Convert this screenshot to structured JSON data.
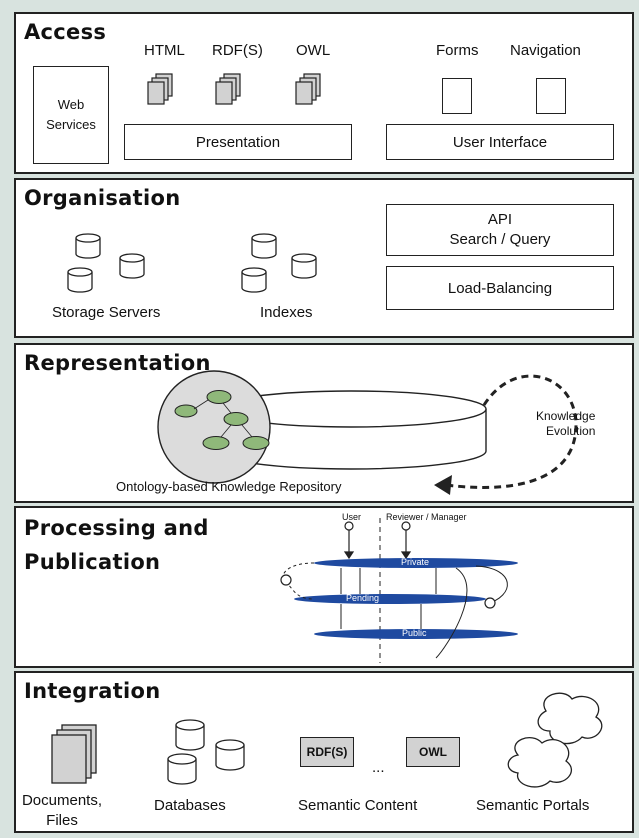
{
  "access": {
    "title": "Access",
    "formats": [
      "HTML",
      "RDF(S)",
      "OWL"
    ],
    "ui_items": [
      "Forms",
      "Navigation"
    ],
    "web_services": "Web Services",
    "presentation": "Presentation",
    "user_interface": "User Interface"
  },
  "organisation": {
    "title": "Organisation",
    "storage": "Storage Servers",
    "indexes": "Indexes",
    "api_line1": "API",
    "api_line2": "Search / Query",
    "load_balancing": "Load-Balancing"
  },
  "representation": {
    "title": "Representation",
    "repository": "Ontology-based Knowledge Repository",
    "evolution_line1": "Knowledge",
    "evolution_line2": "Evolution"
  },
  "processing": {
    "title_line1": "Processing and",
    "title_line2": "Publication",
    "user": "User",
    "reviewer": "Reviewer / Manager",
    "private": "Private",
    "pending": "Pending",
    "public": "Public"
  },
  "integration": {
    "title": "Integration",
    "documents_line1": "Documents,",
    "documents_line2": "Files",
    "databases": "Databases",
    "rdfs": "RDF(S)",
    "ellipsis": "...",
    "owl": "OWL",
    "semantic_content": "Semantic Content",
    "semantic_portals": "Semantic Portals"
  },
  "colors": {
    "background": "#d8e3df",
    "ontology_circle": "#dcdcdc",
    "ontology_nodes": "#8fb87a",
    "process_band": "#1f4aa0",
    "doc_fill": "#d2d2d2"
  }
}
